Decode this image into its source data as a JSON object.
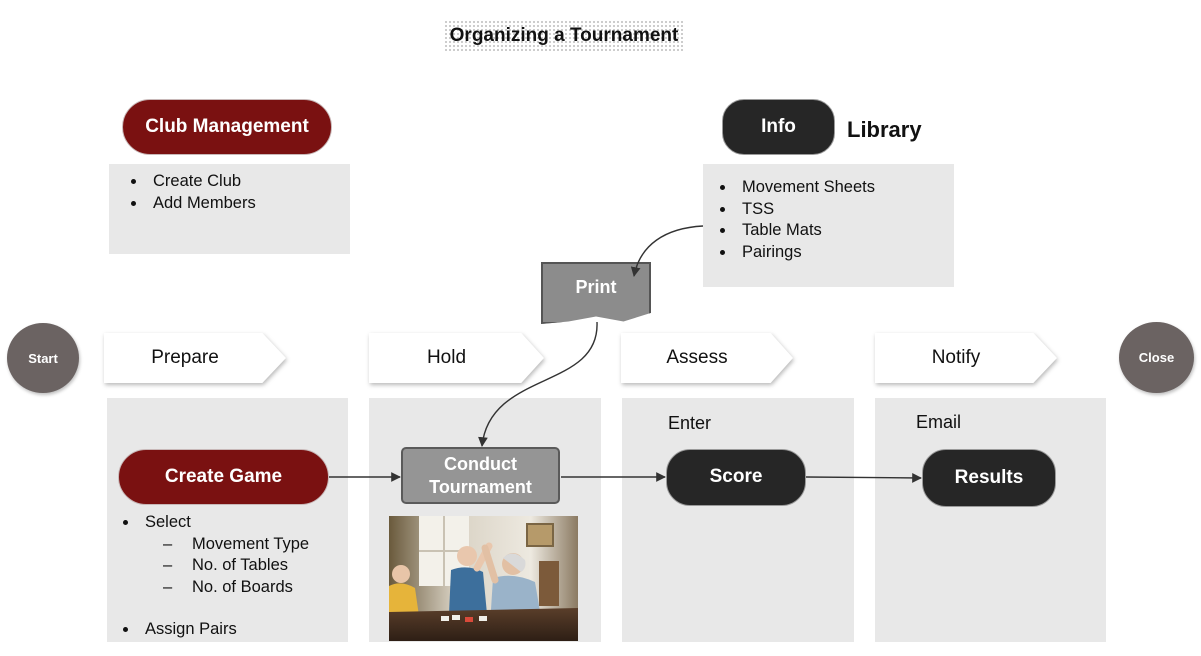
{
  "title": "Organizing a Tournament",
  "club_management": {
    "label": "Club Management",
    "items": [
      "Create Club",
      "Add Members"
    ]
  },
  "info": {
    "label": "Info",
    "library_label": "Library",
    "items": [
      "Movement Sheets",
      "TSS",
      "Table Mats",
      "Pairings"
    ]
  },
  "print_label": "Print",
  "start_label": "Start",
  "close_label": "Close",
  "stages": [
    "Prepare",
    "Hold",
    "Assess",
    "Notify"
  ],
  "prepare": {
    "create_game_label": "Create Game",
    "select_label": "Select",
    "select_items": [
      "Movement Type",
      "No. of Tables",
      "No. of Boards"
    ],
    "assign_label": "Assign Pairs"
  },
  "hold": {
    "conduct_label": "Conduct Tournament"
  },
  "assess": {
    "enter_label": "Enter",
    "score_label": "Score"
  },
  "notify": {
    "email_label": "Email",
    "results_label": "Results"
  },
  "colors": {
    "dark_red": "#7a1111",
    "near_black": "#262626",
    "panel_grey": "#e8e8e8",
    "circle_grey": "#6b6362",
    "print_grey": "#8c8c8c"
  }
}
